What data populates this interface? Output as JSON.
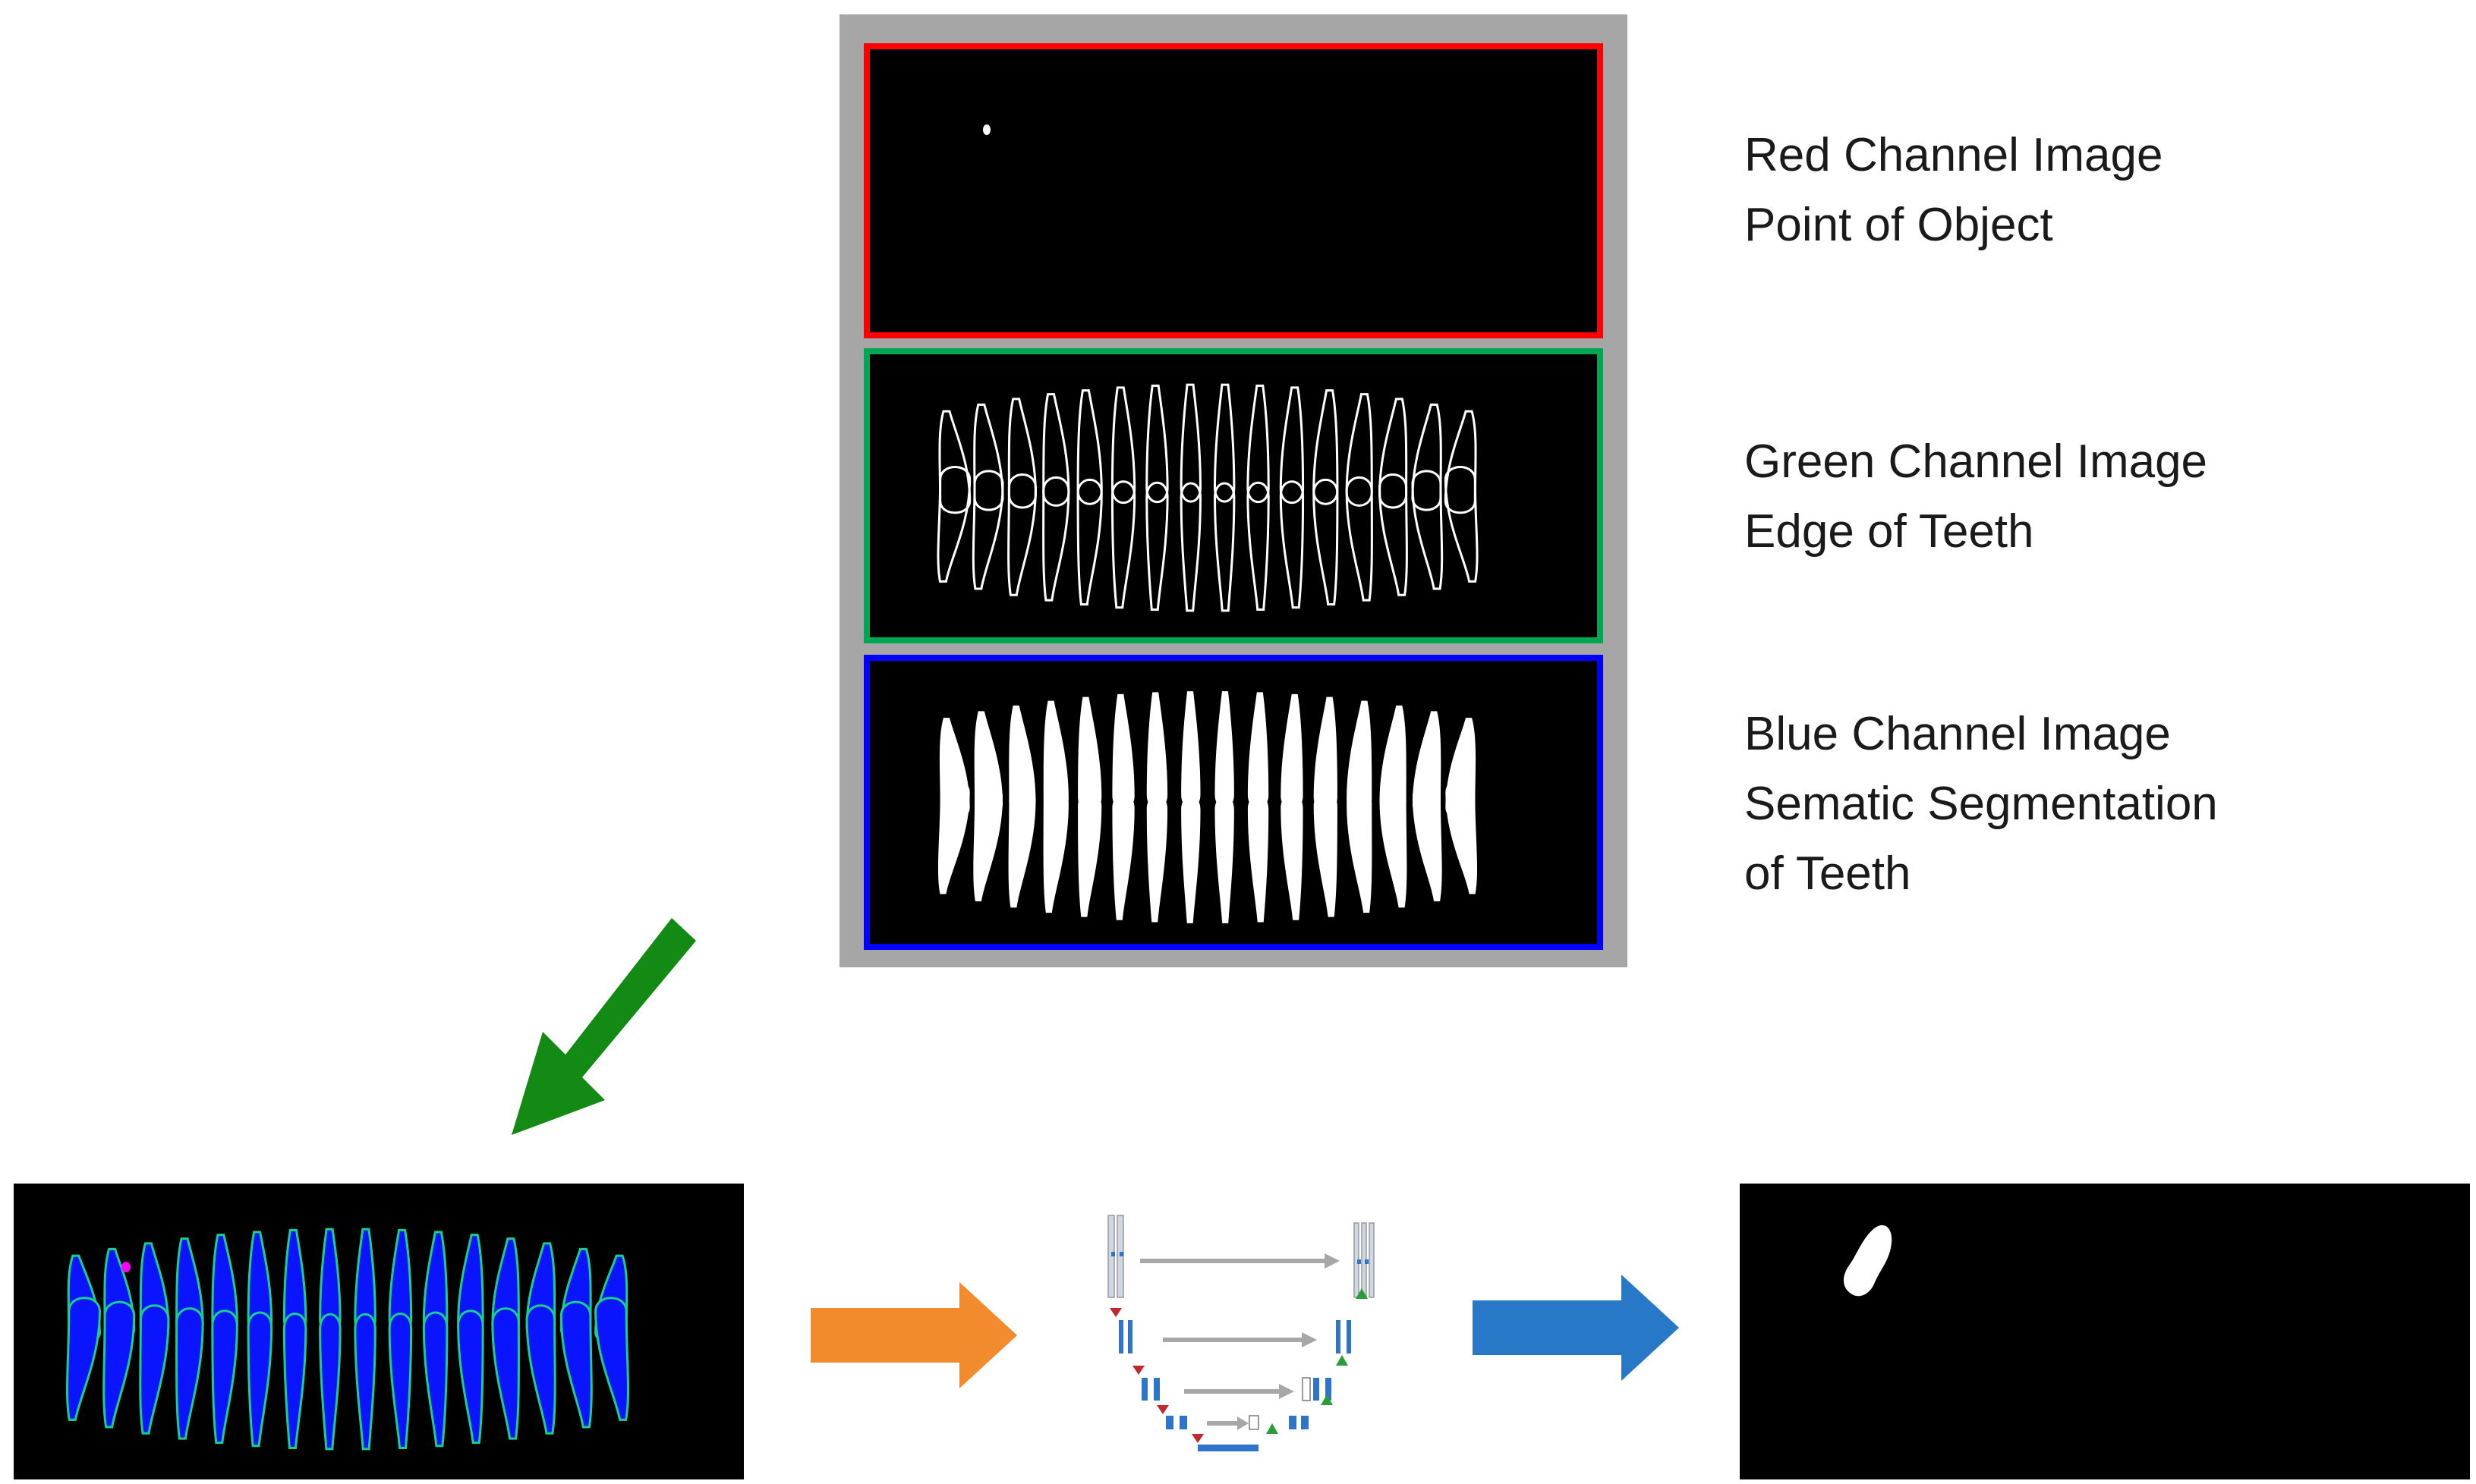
{
  "colors": {
    "red_border": "#ff0000",
    "green_border": "#00a651",
    "blue_border": "#0000ff",
    "frame_gray": "#a6a6a6",
    "green_arrow": "#138a13",
    "orange_arrow": "#f28a2e",
    "blue_arrow": "#2778c7",
    "tooth_blue": "#0a14ff"
  },
  "channels": [
    {
      "line1": "Red Channel Image",
      "line2": "Point of Object",
      "line3": ""
    },
    {
      "line1": "Green Channel Image",
      "line2": "Edge of Teeth",
      "line3": ""
    },
    {
      "line1": "Blue Channel Image",
      "line2": "Sematic Segmentation",
      "line3": "of Teeth"
    }
  ],
  "icons": {
    "down_left_arrow": "green-down-left-arrow",
    "right_arrow_1": "orange-right-arrow",
    "right_arrow_2": "blue-right-arrow",
    "network": "unet-architecture-icon"
  }
}
